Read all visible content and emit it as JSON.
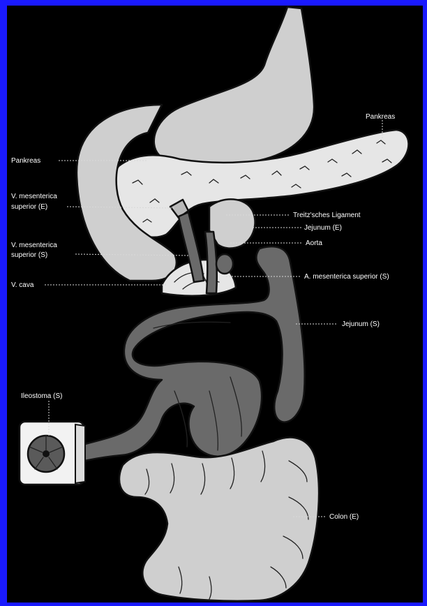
{
  "diagram": {
    "labels": {
      "pankreas_right": "Pankreas",
      "pankreas_left": "Pankreas",
      "vms_e_line1": "V. mesenterica",
      "vms_e_line2": "superior (E)",
      "treitz": "Treitz'sches Ligament",
      "jejunum_e": "Jejunum (E)",
      "aorta": "Aorta",
      "vms_s_line1": "V. mesenterica",
      "vms_s_line2": "superior (S)",
      "ams_s": "A. mesenterica superior (S)",
      "v_cava": "V. cava",
      "jejunum_s": "Jejunum (S)",
      "ileostoma": "Ileostoma (S)",
      "colon_e": "Colon (E)"
    },
    "colors": {
      "frame": "#1a1aff",
      "background": "#000000",
      "organ_light": "#cfcfcf",
      "graft_dark": "#6a6a6a",
      "label_text": "#ffffff"
    }
  }
}
